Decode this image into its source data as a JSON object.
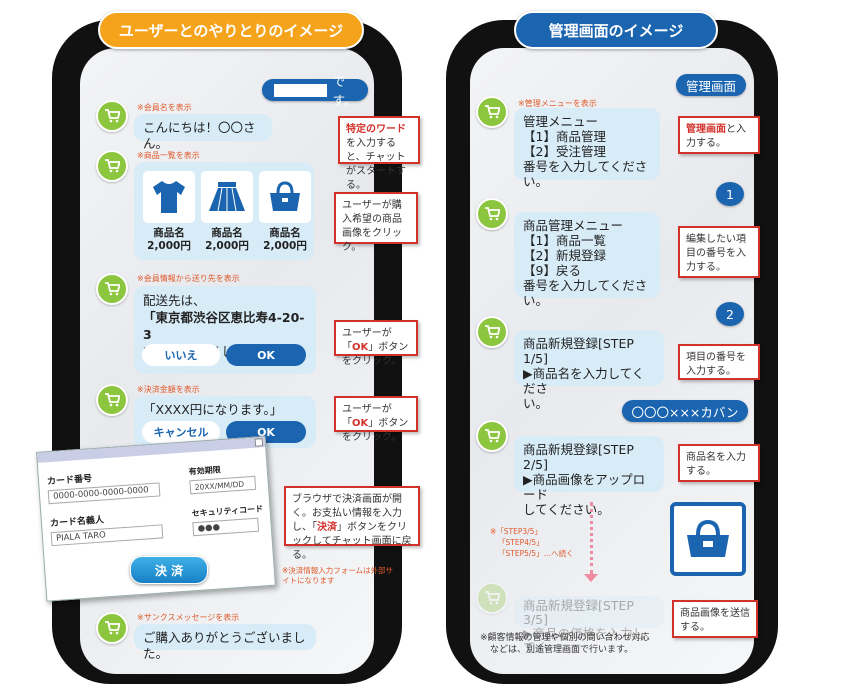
{
  "left": {
    "header": "ユーザーとのやりとりのイメージ",
    "member_input": "です。",
    "tag_member": "※会員名を表示",
    "greeting": "こんにちは！〇〇さん。",
    "note1_bold": "特定のワード",
    "note1_rest": "を入力すると、チャットがスタートする。",
    "tag_products": "※商品一覧を表示",
    "products": [
      {
        "name": "商品名",
        "price": "2,000円",
        "icon": "tshirt-icon"
      },
      {
        "name": "商品名",
        "price": "2,000円",
        "icon": "skirt-icon"
      },
      {
        "name": "商品名",
        "price": "2,000円",
        "icon": "handbag-icon"
      }
    ],
    "note2": "ユーザーが購入希望の商品画像をクリック。",
    "tag_address": "※会員情報から送り先を表示",
    "address_l1": "配送先は、",
    "address_l2": "「東京都渋谷区恵比寿4-20-3",
    "address_l3": "29階」でよろしいですか?",
    "btn_no": "いいえ",
    "btn_ok": "OK",
    "note3_a": "ユーザーが「",
    "note3_b": "OK",
    "note3_c": "」ボタンをクリック。",
    "tag_amount": "※決済金額を表示",
    "amount": "「XXXX円になります。」",
    "btn_cancel": "キャンセル",
    "btn_ok2": "OK",
    "note4_a": "ユーザーが「",
    "note4_b": "OK",
    "note4_c": "」ボタンをクリック。",
    "form": {
      "card_number_label": "カード番号",
      "card_number_value": "0000-0000-0000-0000",
      "expiry_label": "有効期限",
      "expiry_value": "20XX/MM/DD",
      "holder_label": "カード名義人",
      "holder_value": "PIALA TARO",
      "security_label": "セキュリティコード",
      "security_value": "●●●",
      "pay_button": "決 済"
    },
    "note5_a": "ブラウザで決済画面が開く。お支払い情報を入力し、「",
    "note5_b": "決済",
    "note5_c": "」ボタンをクリックしてチャット画面に戻る。",
    "ext_note": "※決済情報入力フォームは外部サイトになります",
    "tag_thanks": "※サンクスメッセージを表示",
    "thanks": "ご購入ありがとうございました。"
  },
  "right": {
    "header": "管理画面のイメージ",
    "admin_input": "管理画面",
    "note1_bold": "管理画面",
    "note1_rest": "と入力する。",
    "tag_menu": "※管理メニューを表示",
    "menu_l1": "管理メニュー",
    "menu_l2": "【1】商品管理",
    "menu_l3": "【2】受注管理",
    "menu_l4": "番号を入力してください。",
    "input_1": "1",
    "note2": "編集したい項目の番号を入力する。",
    "pmenu_l1": "商品管理メニュー",
    "pmenu_l2": "【1】商品一覧",
    "pmenu_l3": "【2】新規登録",
    "pmenu_l4": "【9】戻る",
    "pmenu_l5": "番号を入力してください。",
    "input_2": "2",
    "note3": "項目の番号を入力する。",
    "step1_l1": "商品新規登録[STEP 1/5]",
    "step1_l2": "▶商品名を入力してくださ",
    "step1_l3": "い。",
    "input_name": "〇〇〇×××カバン",
    "note4": "商品名を入力する。",
    "step2_l1": "商品新規登録[STEP 2/5]",
    "step2_l2": "▶商品画像をアップロード",
    "step2_l3": "してください。",
    "steps_note_1": "※「STEP3/5」",
    "steps_note_2": "「STEP4/5」",
    "steps_note_3": "「STEP5/5」…へ続く",
    "faded_l1": "商品新規登録[STEP 3/5]",
    "faded_l2": "▶商品の価格を入力してく",
    "note5": "商品画像を送信する。",
    "footer_l1": "※顧客情報の管理や個別の問い合わせ対応",
    "footer_l2": "などは、別途管理画面で行います。"
  },
  "colors": {
    "orange": "#f5a31a",
    "blue": "#1a64b0",
    "green": "#8cc63f",
    "red": "#d3322b",
    "bubble": "#d8ecf8"
  }
}
